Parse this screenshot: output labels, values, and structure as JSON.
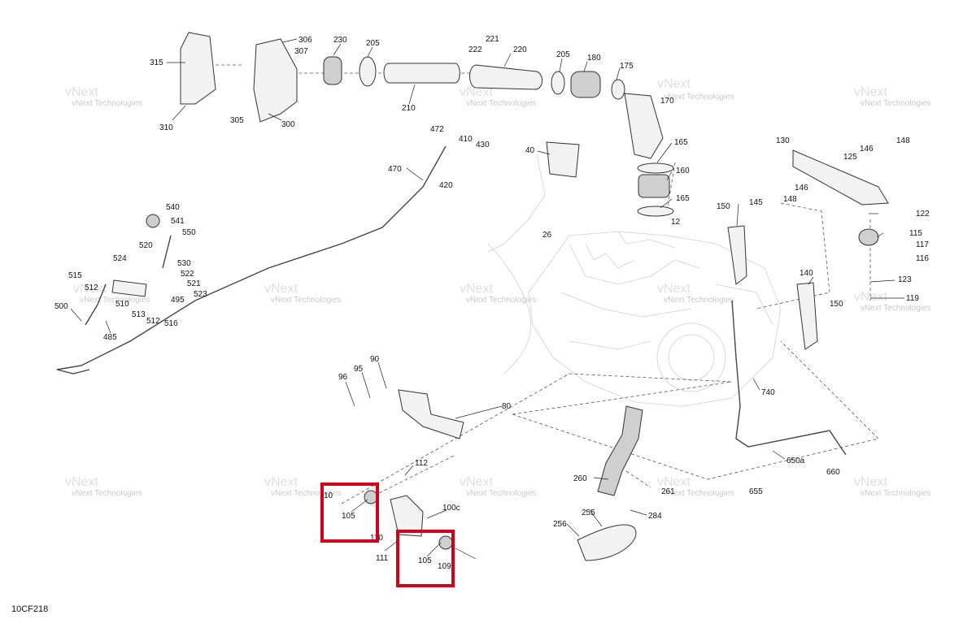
{
  "figure_code": "10CF218",
  "watermark": "vNext Technologies",
  "callouts": [
    "315",
    "310",
    "306",
    "307",
    "305",
    "300",
    "230",
    "205",
    "210",
    "221",
    "222",
    "220",
    "205",
    "180",
    "175",
    "170",
    "165",
    "160",
    "165",
    "472",
    "410",
    "430",
    "420",
    "470",
    "40",
    "130",
    "148",
    "146",
    "125",
    "148",
    "146",
    "122",
    "115",
    "117",
    "116",
    "12",
    "26",
    "150",
    "145",
    "140",
    "150",
    "123",
    "119",
    "540",
    "541",
    "550",
    "520",
    "530",
    "522",
    "521",
    "523",
    "524",
    "515",
    "512",
    "510",
    "513",
    "512",
    "516",
    "495",
    "500",
    "485",
    "90",
    "95",
    "96",
    "80",
    "740",
    "650a",
    "660",
    "655",
    "112",
    "100c",
    "10",
    "105",
    "110",
    "111",
    "105",
    "109",
    "260",
    "261",
    "284",
    "255",
    "256"
  ],
  "highlighted_callouts": [
    "105",
    "105"
  ]
}
